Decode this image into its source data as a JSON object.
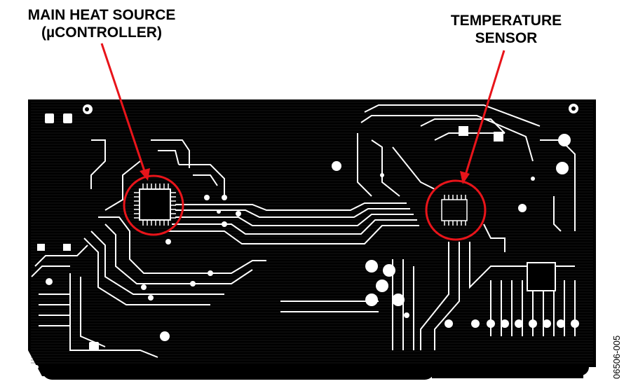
{
  "annotations": {
    "heat_source": {
      "line1": "MAIN HEAT SOURCE",
      "line2": "(µCONTROLLER)"
    },
    "temp_sensor": {
      "line1": "TEMPERATURE",
      "line2": "SENSOR"
    }
  },
  "figure_id": "06506-005",
  "colors": {
    "board": "#000000",
    "trace": "#ffffff",
    "callout": "#e8141a",
    "background": "#ffffff"
  }
}
